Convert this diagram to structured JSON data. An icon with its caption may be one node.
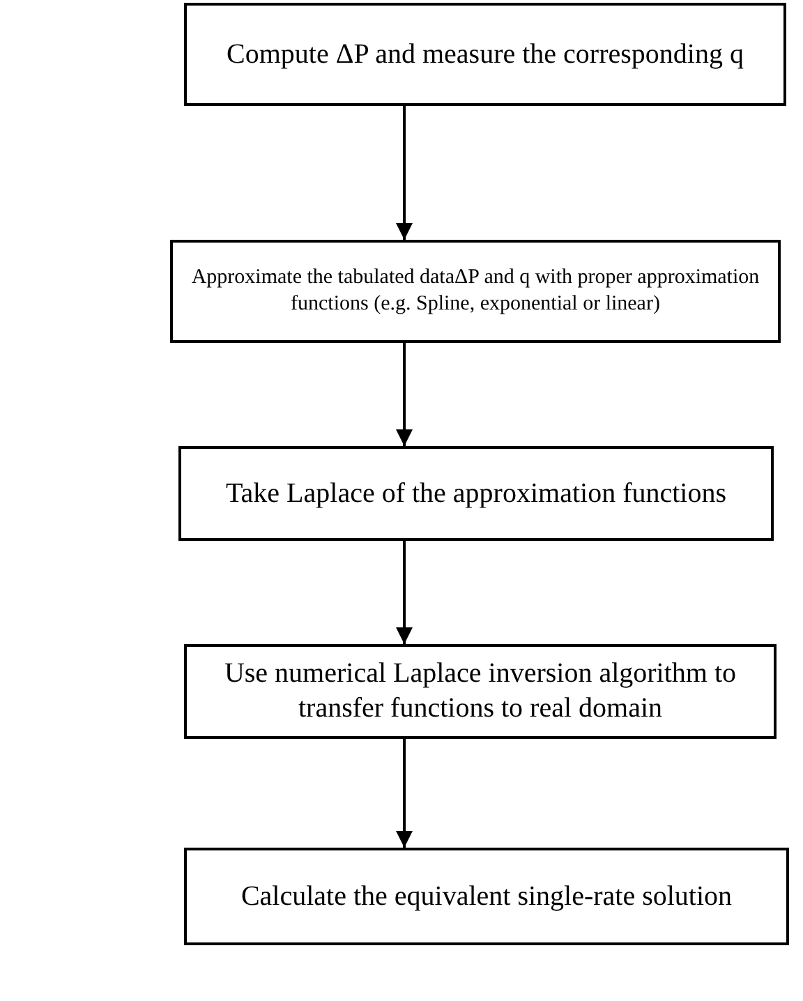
{
  "diagram": {
    "nodes": [
      {
        "text": [
          "Compute ΔP and measure the corresponding q"
        ]
      },
      {
        "text": [
          "Approximate the tabulated dataΔP and q with proper approximation functions (e.g. Spline, exponential or linear)"
        ]
      },
      {
        "text": [
          "Take Laplace of the approximation functions"
        ]
      },
      {
        "text": [
          "Use numerical Laplace inversion algorithm to transfer functions to real domain"
        ]
      },
      {
        "text": [
          "Calculate the equivalent single-rate solution"
        ]
      }
    ],
    "edges": [
      {
        "from": 0,
        "to": 1,
        "arrow": "to"
      },
      {
        "from": 1,
        "to": 2,
        "arrow": "to"
      },
      {
        "from": 2,
        "to": 3,
        "arrow": "to"
      },
      {
        "from": 3,
        "to": 4,
        "arrow": "to"
      }
    ]
  }
}
